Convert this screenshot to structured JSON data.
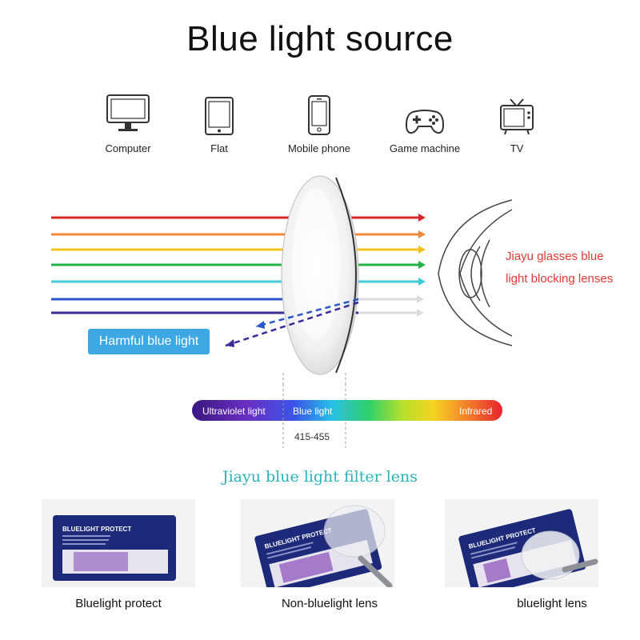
{
  "title": "Blue light source",
  "devices": [
    {
      "label": "Computer",
      "icon": "computer-monitor-icon"
    },
    {
      "label": "Flat",
      "icon": "tablet-icon"
    },
    {
      "label": "Mobile phone",
      "icon": "mobile-phone-icon"
    },
    {
      "label": "Game machine",
      "icon": "gamepad-icon"
    },
    {
      "label": "TV",
      "icon": "tv-icon"
    }
  ],
  "ray_colors": [
    "#d9262b",
    "#ef8a3a",
    "#f4c01e",
    "#27b34c",
    "#3fcbd8",
    "#2a56c7",
    "#3a2b9a"
  ],
  "lens_note": [
    "Jiayu glasses blue",
    "light blocking lenses"
  ],
  "harmful_label": "Harmful blue light",
  "spectrum": {
    "labels": {
      "uv": "Ultraviolet light",
      "blue": "Blue light",
      "ir": "Infrared"
    },
    "range": "415-455"
  },
  "subtitle": "Jiayu blue light filter lens",
  "photos": [
    {
      "caption": "Bluelight protect",
      "card_title": "BLUELIGHT PROTECT"
    },
    {
      "caption": "Non-bluelight lens",
      "card_title": "BLUELIGHT PROTECT"
    },
    {
      "caption": "bluelight lens",
      "card_title": "BLUELIGHT PROTECT"
    }
  ],
  "colors": {
    "accent_teal": "#2bb3b9",
    "note_red": "#e53935",
    "badge_blue": "#3ea8e5"
  }
}
